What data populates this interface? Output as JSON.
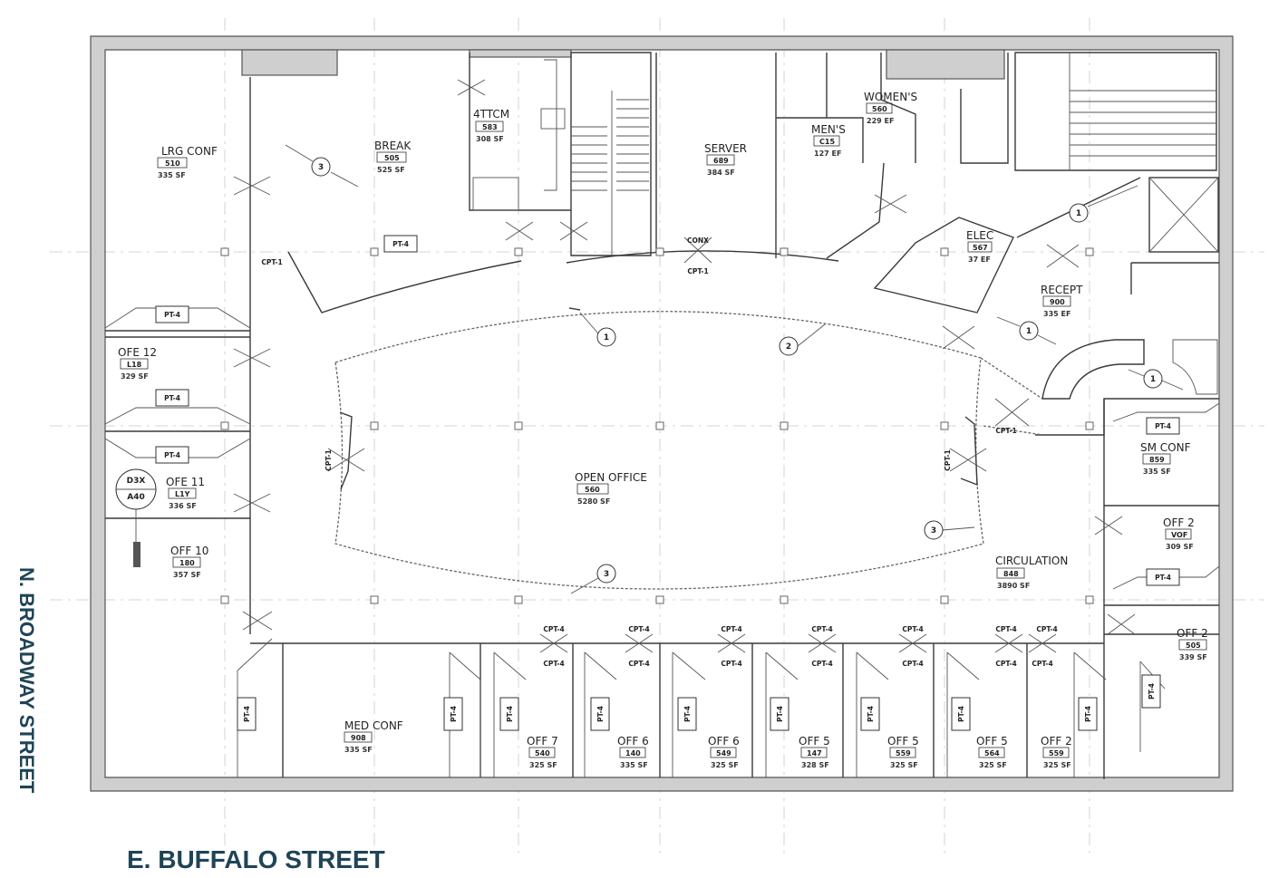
{
  "streets": {
    "left": "N. BROADWAY STREET",
    "bottom": "E. BUFFALO STREET"
  },
  "colors": {
    "street_text": "#1f4456",
    "wall": "#cfcfcf",
    "line": "#3a3a3a"
  },
  "rooms": [
    {
      "id": "lrg-conf",
      "name": "LRG CONF",
      "num": "510",
      "area": "335 SF"
    },
    {
      "id": "break",
      "name": "BREAK",
      "num": "505",
      "area": "525 SF"
    },
    {
      "id": "4ttcm",
      "name": "4TTCM",
      "num": "583",
      "area": "308 SF"
    },
    {
      "id": "server",
      "name": "SERVER",
      "num": "689",
      "area": "384 SF"
    },
    {
      "id": "mens",
      "name": "MEN'S",
      "num": "C15",
      "area": "127 EF"
    },
    {
      "id": "womens",
      "name": "WOMEN'S",
      "num": "560",
      "area": "229 EF"
    },
    {
      "id": "elec",
      "name": "ELEC",
      "num": "567",
      "area": "37 EF"
    },
    {
      "id": "recept",
      "name": "RECEPT",
      "num": "900",
      "area": "335 EF"
    },
    {
      "id": "ofe12",
      "name": "OFE 12",
      "num": "L18",
      "area": "329 SF"
    },
    {
      "id": "ofe11",
      "name": "OFE 11",
      "num": "L1Y",
      "area": "336 SF"
    },
    {
      "id": "off10",
      "name": "OFF 10",
      "num": "180",
      "area": "357 SF"
    },
    {
      "id": "open-office",
      "name": "OPEN OFFICE",
      "num": "560",
      "area": "5280 SF"
    },
    {
      "id": "sm-conf",
      "name": "SM CONF",
      "num": "859",
      "area": "335 SF"
    },
    {
      "id": "off2a",
      "name": "OFF 2",
      "num": "VOF",
      "area": "309 SF"
    },
    {
      "id": "off2b",
      "name": "OFF 2",
      "num": "505",
      "area": "339 SF"
    },
    {
      "id": "circulation",
      "name": "CIRCULATION",
      "num": "848",
      "area": "3890 SF"
    },
    {
      "id": "med-conf",
      "name": "MED CONF",
      "num": "908",
      "area": "335 SF"
    },
    {
      "id": "off7",
      "name": "OFF 7",
      "num": "540",
      "area": "325 SF"
    },
    {
      "id": "off6a",
      "name": "OFF 6",
      "num": "140",
      "area": "335 SF"
    },
    {
      "id": "off6b",
      "name": "OFF 6",
      "num": "549",
      "area": "325 SF"
    },
    {
      "id": "off5a",
      "name": "OFF 5",
      "num": "147",
      "area": "328 SF"
    },
    {
      "id": "off5b",
      "name": "OFF 5",
      "num": "559",
      "area": "325 SF"
    },
    {
      "id": "off5c",
      "name": "OFF 5",
      "num": "564",
      "area": "325 SF"
    },
    {
      "id": "off2c",
      "name": "OFF 2",
      "num": "559",
      "area": "325 SF"
    }
  ],
  "tags": {
    "pt4": "PT-4",
    "detail_top": "D3X",
    "detail_bottom": "A40",
    "keynote_1": "1",
    "keynote_2": "2",
    "keynote_3": "3",
    "cpt1": "CPT-1",
    "cpt4": "CPT-4",
    "conx": "CONX"
  }
}
